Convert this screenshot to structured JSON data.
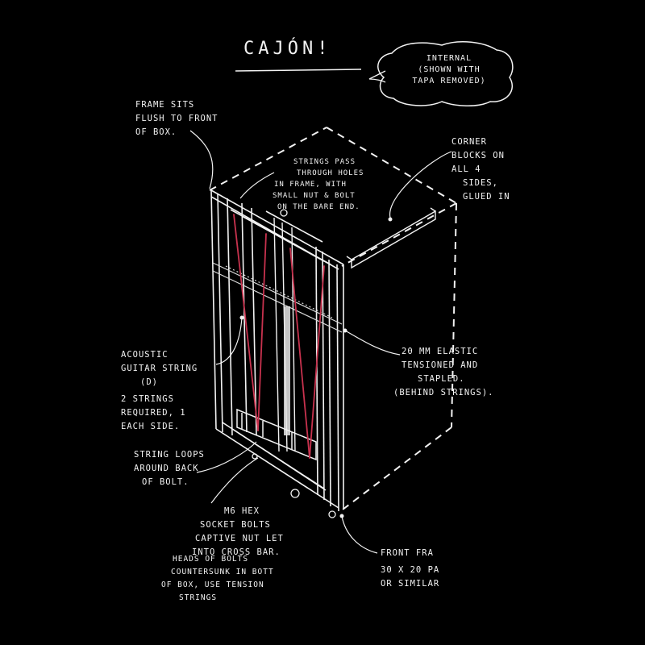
{
  "title": "CAJÓN!",
  "cloud": {
    "lines": [
      "INTERNAL",
      "(SHOWN WITH",
      "TAPA REMOVED)"
    ]
  },
  "annotations": {
    "frame_flush": [
      "FRAME SITS",
      "FLUSH TO FRONT",
      "OF BOX."
    ],
    "corner_blocks": [
      "CORNER",
      "BLOCKS ON",
      "ALL 4",
      "SIDES,",
      "GLUED IN"
    ],
    "strings_pass": [
      "STRINGS PASS",
      "THROUGH HOLES",
      "IN FRAME, WITH",
      "SMALL NUT & BOLT",
      "ON THE BARE END."
    ],
    "acoustic_strings": [
      "ACOUSTIC",
      "GUITAR STRING",
      "(D)",
      "2 STRINGS",
      "REQUIRED, 1",
      "EACH SIDE."
    ],
    "elastic": [
      "20 MM ELASTIC",
      "TENSIONED AND",
      "STAPLED.",
      "(BEHIND STRINGS)."
    ],
    "string_loops": [
      "STRING LOOPS",
      "AROUND BACK",
      "OF BOLT."
    ],
    "m6_bolts": [
      "M6 HEX",
      "SOCKET BOLTS",
      "CAPTIVE NUT LET",
      "INTO CROSS BAR."
    ],
    "bolt_heads": [
      "HEADS OF BOLTS",
      "COUNTERSUNK IN BOTT",
      "OF BOX, USE TENSION",
      "STRINGS"
    ],
    "front_frame": [
      "FRONT FRA",
      "30 X 20 PA",
      "OR SIMILAR"
    ]
  },
  "colors": {
    "background": "#000000",
    "ink": "#f2f2f2",
    "string": "#c8324e"
  }
}
